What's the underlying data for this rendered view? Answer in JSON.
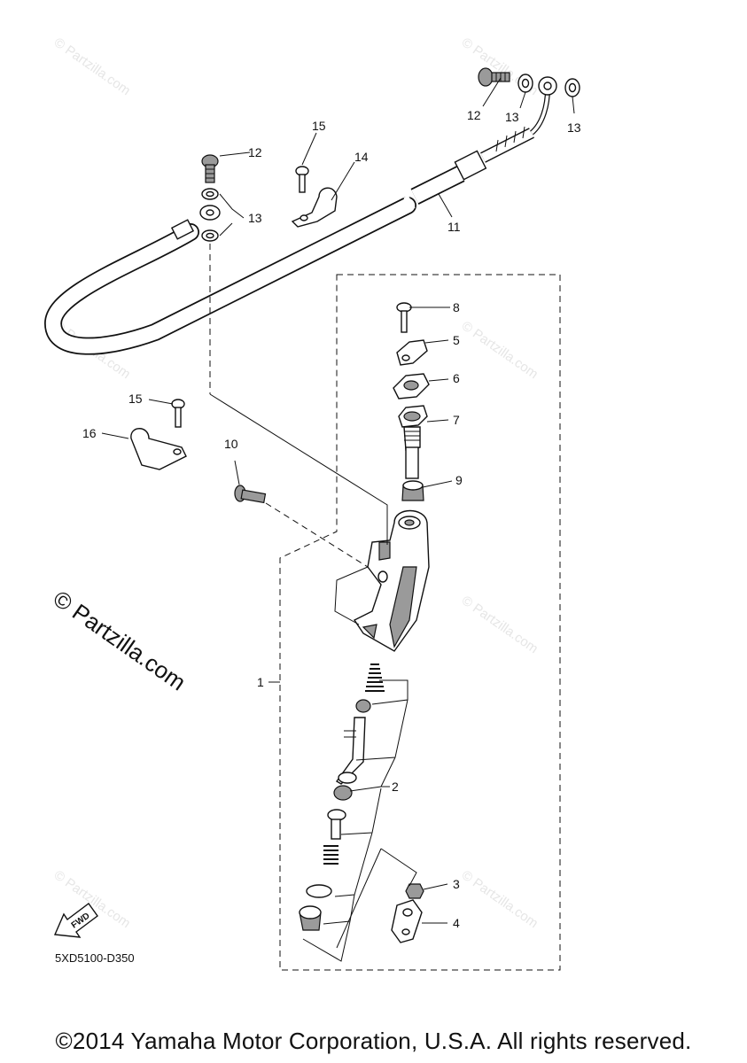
{
  "watermark": {
    "text": "© Partzilla.com",
    "big_text": "© Partzilla.com"
  },
  "callouts": {
    "c1": "1",
    "c2": "2",
    "c3": "3",
    "c4": "4",
    "c5": "5",
    "c6": "6",
    "c7": "7",
    "c8": "8",
    "c9": "9",
    "c10": "10",
    "c11": "11",
    "c12a": "12",
    "c12b": "12",
    "c13a": "13",
    "c13b": "13",
    "c13c": "13",
    "c14": "14",
    "c15a": "15",
    "c15b": "15",
    "c16": "16"
  },
  "fwd_label": "FWD",
  "diagram_code": "5XD5100-D350",
  "copyright": "©2014 Yamaha Motor Corporation, U.S.A. All rights reserved."
}
